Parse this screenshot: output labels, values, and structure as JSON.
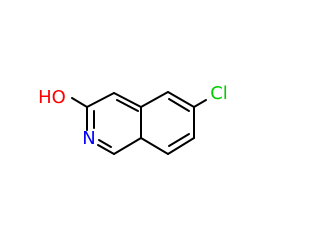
{
  "molecule": {
    "atoms": {
      "ho": {
        "label": "HO",
        "color": "#ff0000"
      },
      "n": {
        "label": "N",
        "color": "#0000ff"
      },
      "cl": {
        "label": "Cl",
        "color": "#00cc00"
      }
    },
    "bond_color": "#000000"
  }
}
